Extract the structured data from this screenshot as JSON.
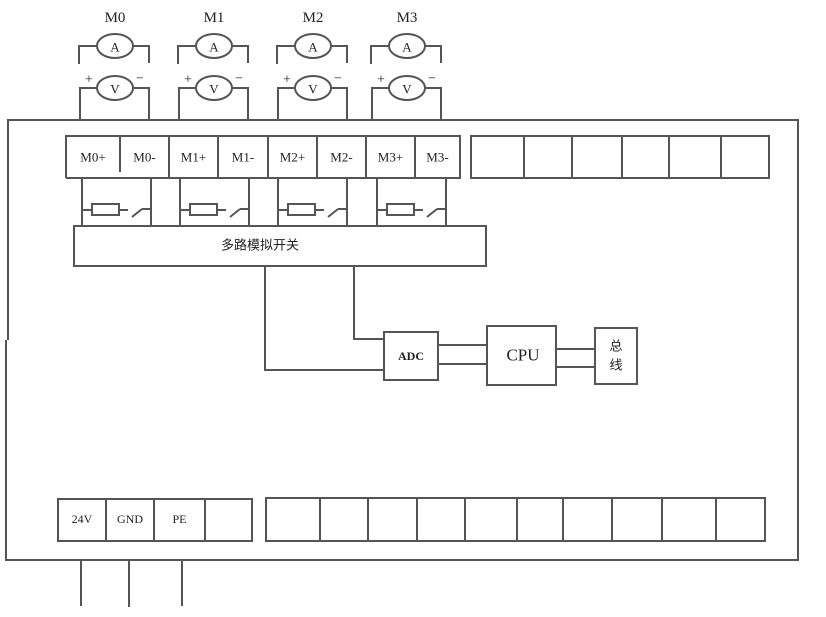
{
  "meters": [
    {
      "label": "M0",
      "ammeter": "A",
      "voltmeter": "V",
      "plus": "+",
      "minus": "−"
    },
    {
      "label": "M1",
      "ammeter": "A",
      "voltmeter": "V",
      "plus": "+",
      "minus": "−"
    },
    {
      "label": "M2",
      "ammeter": "A",
      "voltmeter": "V",
      "plus": "+",
      "minus": "−"
    },
    {
      "label": "M3",
      "ammeter": "A",
      "voltmeter": "V",
      "plus": "+",
      "minus": "−"
    }
  ],
  "top_terminals": [
    "M0+",
    "M0-",
    "M1+",
    "M1-",
    "M2+",
    "M2-",
    "M3+",
    "M3-"
  ],
  "top_spare_terminals": 6,
  "mux": {
    "label": "多路模拟开关"
  },
  "adc": {
    "label": "ADC"
  },
  "cpu": {
    "label": "CPU"
  },
  "bus": {
    "label_line1": "总",
    "label_line2": "线"
  },
  "bottom_terminals": [
    "24V",
    "GND",
    "PE",
    ""
  ],
  "bottom_spare_terminals": 10
}
